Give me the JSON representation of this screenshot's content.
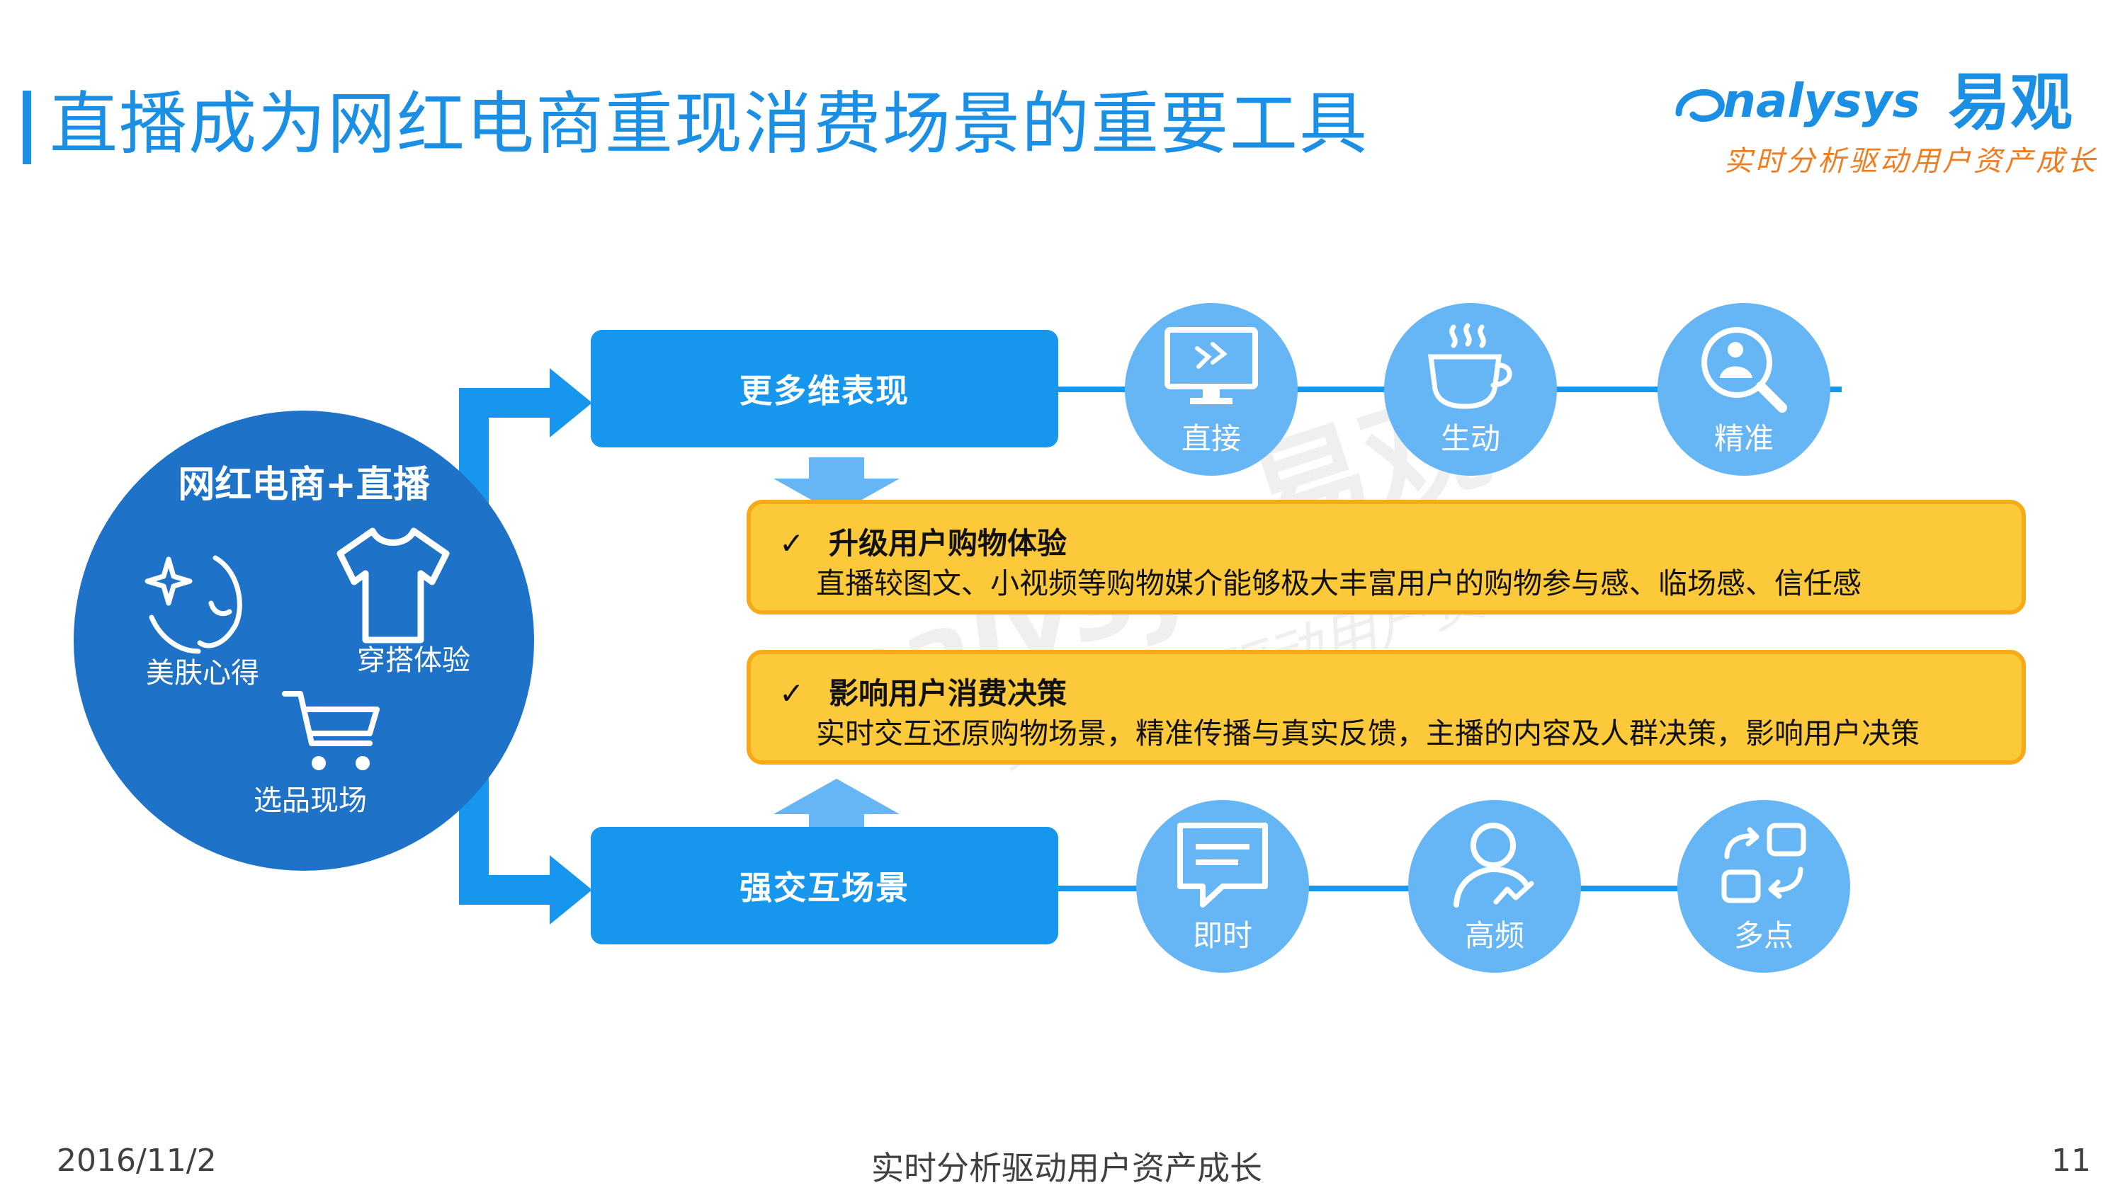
{
  "header": {
    "title": "直播成为网红电商重现消费场景的重要工具",
    "logo_en": "nalysys",
    "logo_cn": "易观",
    "logo_tagline": "实时分析驱动用户资产成长"
  },
  "left_circle": {
    "title": "网红电商+直播",
    "items": [
      {
        "label": "美肤心得",
        "icon": "face-sparkle-icon"
      },
      {
        "label": "穿搭体验",
        "icon": "tshirt-icon"
      },
      {
        "label": "选品现场",
        "icon": "shopping-cart-icon"
      }
    ]
  },
  "top_branch": {
    "label": "更多维表现",
    "items": [
      {
        "label": "直接",
        "icon": "monitor-icon"
      },
      {
        "label": "生动",
        "icon": "coffee-cup-icon"
      },
      {
        "label": "精准",
        "icon": "person-search-icon"
      }
    ]
  },
  "bottom_branch": {
    "label": "强交互场景",
    "items": [
      {
        "label": "即时",
        "icon": "message-icon"
      },
      {
        "label": "高频",
        "icon": "user-activity-icon"
      },
      {
        "label": "多点",
        "icon": "multipoint-icon"
      }
    ]
  },
  "callouts": [
    {
      "check": "✓",
      "heading": "升级用户购物体验",
      "body": "直播较图文、小视频等购物媒介能够极大丰富用户的购物参与感、临场感、信任感"
    },
    {
      "check": "✓",
      "heading": "影响用户消费决策",
      "body": "实时交互还原购物场景，精准传播与真实反馈，主播的内容及人群决策，影响用户决策"
    }
  ],
  "footer": {
    "date": "2016/11/2",
    "tagline": "实时分析驱动用户资产成长",
    "page": "11"
  },
  "colors": {
    "title_blue": "#1a8fe3",
    "circle_blue": "#1e73c8",
    "box_blue": "#1796ee",
    "icon_circle": "#66b5f5",
    "callout_fill": "#fbc93a",
    "callout_border": "#f7aa18",
    "logo_orange": "#ef7d22"
  }
}
